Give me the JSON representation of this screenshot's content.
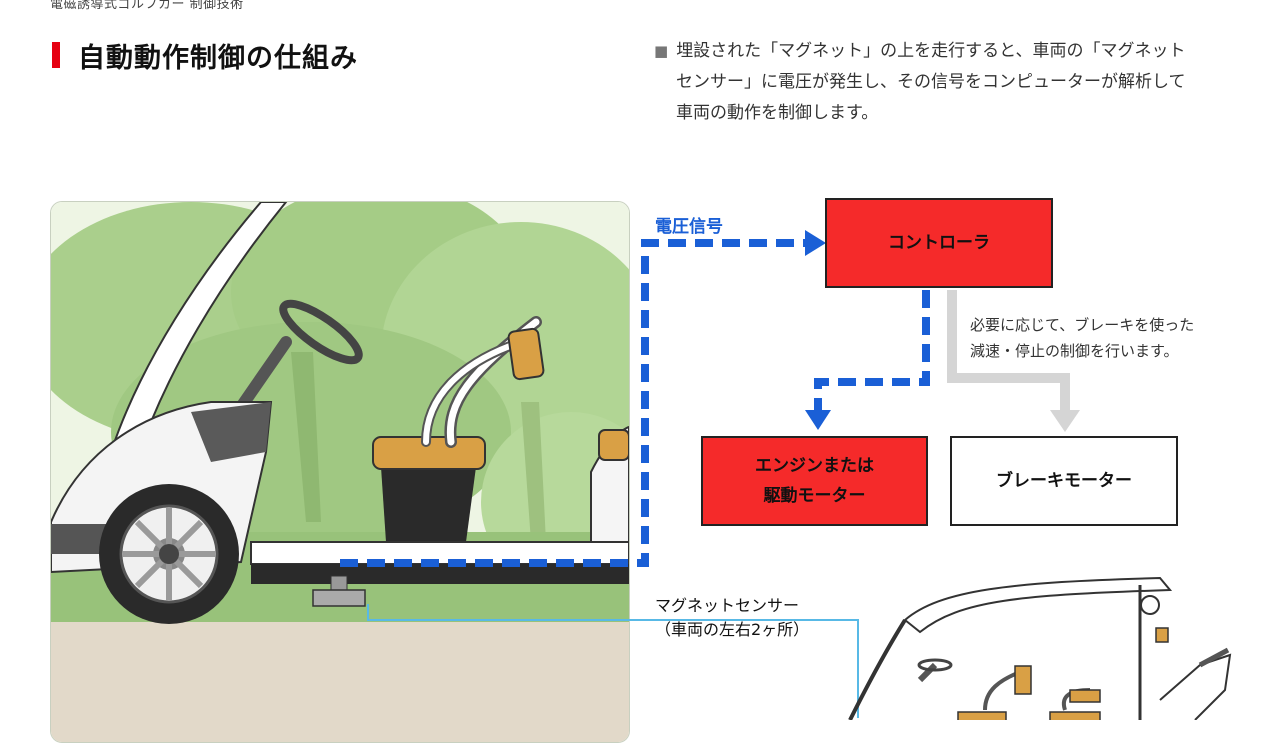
{
  "header": {
    "breadcrumb": "電磁誘導式ゴルフカー 制御技術",
    "title": "自動動作制御の仕組み"
  },
  "description": {
    "bullet": "■",
    "line1": "埋設された「マグネット」の上を走行すると、車両の「マグネット",
    "line2": "センサー」に電圧が発生し、その信号をコンピューターが解析して",
    "line3": "車両の動作を制御します。"
  },
  "diagram": {
    "voltage_signal_label": "電圧信号",
    "controller_label": "コントローラ",
    "engine_label_line1": "エンジンまたは",
    "engine_label_line2": "駆動モーター",
    "brake_label": "ブレーキモーター",
    "brake_note_line1": "必要に応じて、ブレーキを使った",
    "brake_note_line2": "減速・停止の制御を行います。",
    "sensor_label_line1": "マグネットセンサー",
    "sensor_label_line2": "（車両の左右2ヶ所）"
  },
  "colors": {
    "accent_red": "#e60012",
    "box_red": "#f52a2a",
    "signal_blue": "#1a5fd6",
    "arrow_gray": "#d5d5d5",
    "sensor_line": "#58b9e6"
  }
}
